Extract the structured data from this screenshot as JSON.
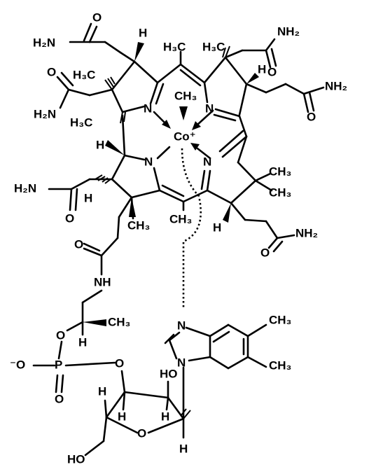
{
  "labels": {
    "h2n": "H₂N",
    "nh2": "NH₂",
    "o": "O",
    "n": "N",
    "h": "H",
    "h3c": "H₃C",
    "ch3": "CH₃",
    "cobalt": "Co⁺",
    "nh": "NH",
    "oxide": "⁻O",
    "phosphorus": "P",
    "ho": "HO"
  },
  "colors": {
    "ink": "#000000",
    "background": "#ffffff"
  }
}
